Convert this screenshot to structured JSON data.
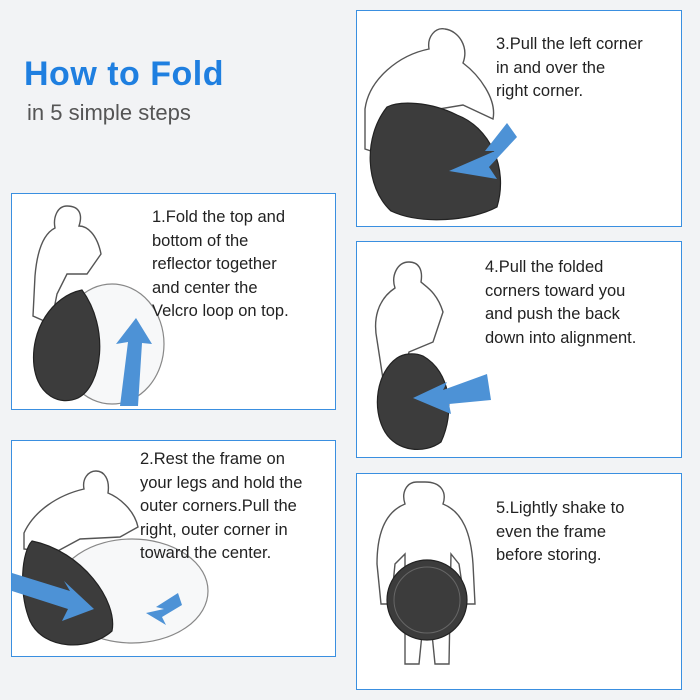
{
  "header": {
    "title": "How to Fold",
    "subtitle": "in 5 simple steps"
  },
  "steps": [
    {
      "text": "1.Fold the top and\nbottom of the\nreflector together\nand center the\nVelcro loop on top."
    },
    {
      "text": "2.Rest the frame on\nyour legs and hold the\nouter corners.Pull the\nright, outer corner in\ntoward the center."
    },
    {
      "text": "3.Pull the left corner\nin and over the\nright corner."
    },
    {
      "text": "4.Pull the folded\ncorners toward you\nand push the back\ndown into alignment."
    },
    {
      "text": "5.Lightly shake to\neven the frame\nbefore storing."
    }
  ],
  "colors": {
    "accent": "#1f7fe0",
    "card_border": "#3a8fe0",
    "arrow": "#4d92d6",
    "reflector_dark": "#3c3c3c"
  }
}
